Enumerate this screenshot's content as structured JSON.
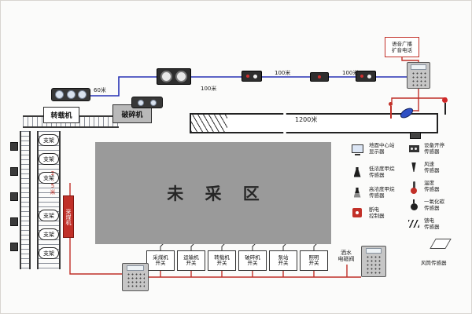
{
  "scene": {
    "unmined_area": "未 采 区",
    "transfer_machine": "转载机",
    "crusher": "破碎机",
    "shearer": "采煤机",
    "supports": [
      "支架",
      "支架",
      "支架",
      "支架",
      "支架",
      "支架"
    ],
    "distances": {
      "d60": "60米",
      "d100_a": "100米",
      "d100_b": "100米",
      "d100_c": "100米",
      "d1200": "1200米",
      "d2_5": "2.5米"
    },
    "topright_box": {
      "line1": "语音广播",
      "line2": "扩音电话"
    },
    "water_valve": {
      "line1": "洒水",
      "line2": "电磁阀"
    }
  },
  "switches": [
    {
      "line1": "采煤机",
      "line2": "开关"
    },
    {
      "line1": "运输机",
      "line2": "开关"
    },
    {
      "line1": "转载机",
      "line2": "开关"
    },
    {
      "line1": "破碎机",
      "line2": "开关"
    },
    {
      "line1": "泵站",
      "line2": "开关"
    },
    {
      "line1": "照明",
      "line2": "开关"
    }
  ],
  "legend": {
    "left": [
      {
        "icon": "monitor-icon",
        "label1": "地面中心站",
        "label2": "显示器"
      },
      {
        "icon": "methane-low-icon",
        "label1": "低浓度甲烷",
        "label2": "传感器"
      },
      {
        "icon": "methane-high-icon",
        "label1": "高浓度甲烷",
        "label2": "传感器"
      },
      {
        "icon": "power-cutoff-icon",
        "label1": "断电",
        "label2": "控制器"
      }
    ],
    "right": [
      {
        "icon": "equipment-onoff-icon",
        "label1": "设备开停",
        "label2": "传感器"
      },
      {
        "icon": "wind-speed-icon",
        "label1": "风速",
        "label2": "传感器"
      },
      {
        "icon": "temperature-icon",
        "label1": "温度",
        "label2": "传感器"
      },
      {
        "icon": "co-icon",
        "label1": "一氧化碳",
        "label2": "传感器"
      },
      {
        "icon": "feed-power-icon",
        "label1": "馈电",
        "label2": "传感器"
      },
      {
        "icon": "air-duct-icon",
        "label1": "风筒传感器",
        "label2": ""
      }
    ]
  },
  "colors": {
    "cable": "#2733b5",
    "power": "#c03028",
    "unmined": "#9a9a9a"
  }
}
